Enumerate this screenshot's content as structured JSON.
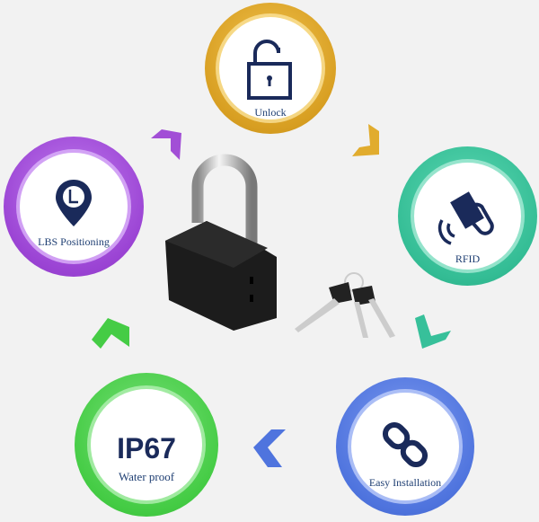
{
  "features": [
    {
      "id": "unlock",
      "label": "Unlock",
      "icon": "unlocked-padlock-icon",
      "color": "#e1ac2e"
    },
    {
      "id": "lbs",
      "label": "LBS Positioning",
      "icon": "location-pin-icon",
      "color": "#a24fd6"
    },
    {
      "id": "rfid",
      "label": "RFID",
      "icon": "rfid-card-hand-icon",
      "color": "#37c09a"
    },
    {
      "id": "ip67",
      "label": "Water proof",
      "big": "IP67",
      "icon": "ip67-text",
      "color": "#45cc45"
    },
    {
      "id": "install",
      "label": "Easy Installation",
      "icon": "chain-link-icon",
      "color": "#4f74de"
    }
  ],
  "colors": {
    "icon": "#1a2a5a",
    "text": "#1f3f73",
    "background": "#f2f2f2"
  }
}
